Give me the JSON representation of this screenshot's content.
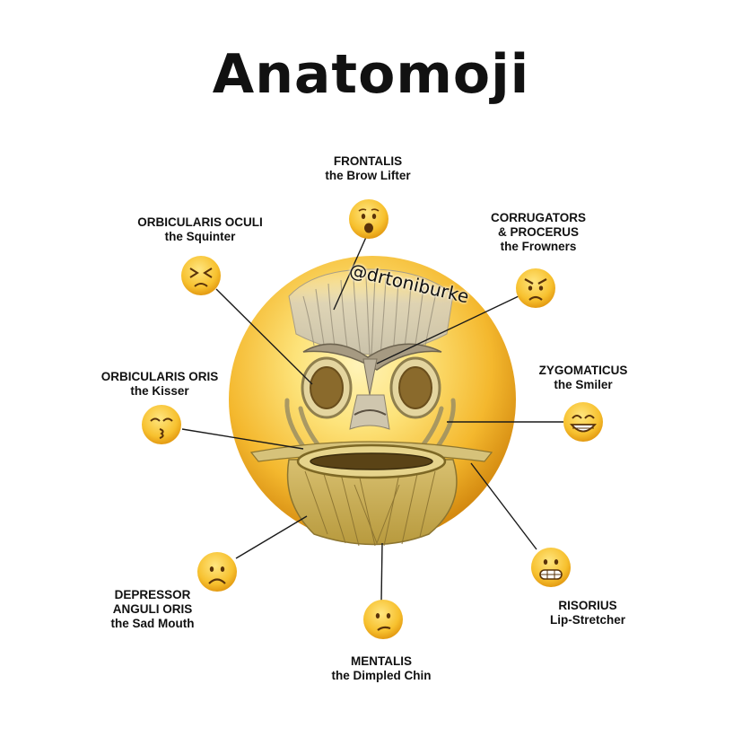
{
  "title": "Anatomoji",
  "handle": "@drtoniburke",
  "labels": {
    "frontalis": {
      "name": "FRONTALIS",
      "desc": "the Brow Lifter"
    },
    "orbicularis_oculi": {
      "name": "ORBICULARIS OCULI",
      "desc": "the Squinter"
    },
    "corrugators": {
      "name": "CORRUGATORS",
      "name2": "& PROCERUS",
      "desc": "the Frowners"
    },
    "orbicularis_oris": {
      "name": "ORBICULARIS ORIS",
      "desc": "the Kisser"
    },
    "zygomaticus": {
      "name": "ZYGOMATICUS",
      "desc": "the Smiler"
    },
    "depressor": {
      "name": "DEPRESSOR",
      "name2": "ANGULI ORIS",
      "desc": "the Sad Mouth"
    },
    "risorius": {
      "name": "RISORIUS",
      "desc": "Lip-Stretcher"
    },
    "mentalis": {
      "name": "MENTALIS",
      "desc": "the Dimpled Chin"
    }
  },
  "icons": {
    "frontalis": "surprised-face-icon",
    "orbicularis_oculi": "squinting-face-icon",
    "corrugators": "angry-face-icon",
    "orbicularis_oris": "kissing-face-icon",
    "zygomaticus": "grinning-face-icon",
    "depressor": "sad-face-icon",
    "risorius": "grimacing-face-icon",
    "mentalis": "confused-face-icon"
  },
  "colors": {
    "face_center": "#fde78a",
    "face_mid": "#f6bf3a",
    "face_edge": "#d98d12",
    "muscle": "#c9c5b6",
    "mouth_muscle": "#c4a84e",
    "leader_line": "#1a1a1a"
  }
}
